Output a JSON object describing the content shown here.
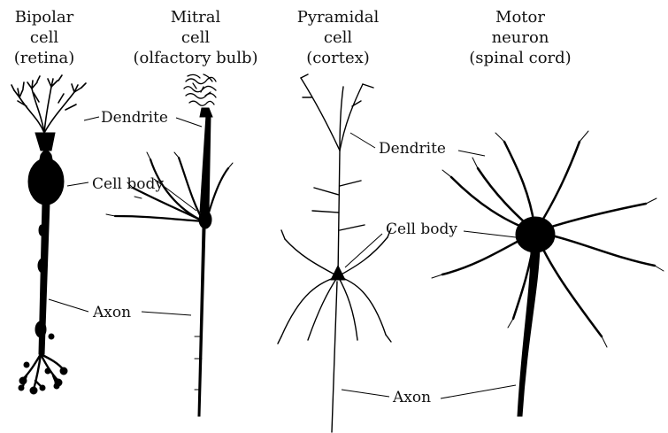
{
  "cells": [
    {
      "id": "bipolar",
      "title_lines": [
        "Bipolar",
        "cell",
        "(retina)"
      ]
    },
    {
      "id": "mitral",
      "title_lines": [
        "Mitral",
        "cell",
        "(olfactory bulb)"
      ]
    },
    {
      "id": "pyramidal",
      "title_lines": [
        "Pyramidal",
        "cell",
        "(cortex)"
      ]
    },
    {
      "id": "motor",
      "title_lines": [
        "Motor",
        "neuron",
        "(spinal cord)"
      ]
    }
  ],
  "labels": {
    "dendrite": "Dendrite",
    "cell_body": "Cell body",
    "axon": "Axon"
  },
  "colors": {
    "ink": "#000000",
    "text": "#111111",
    "background": "#ffffff"
  }
}
